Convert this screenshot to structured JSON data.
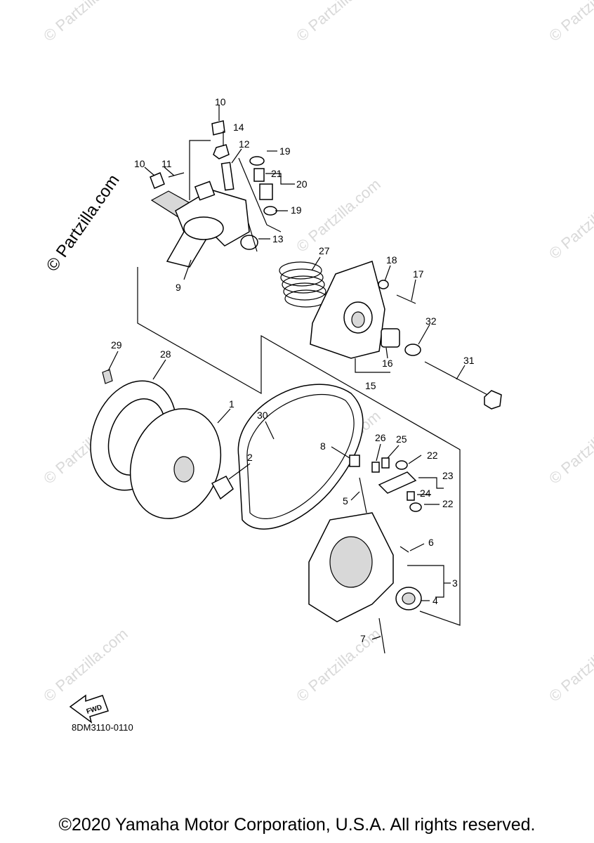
{
  "watermark": {
    "brand": "© Partzilla.com",
    "small": "© Partzilla.com"
  },
  "diagram": {
    "code": "8DM3110-0110",
    "fwd_label": "FWD",
    "callouts": {
      "c1": "1",
      "c2": "2",
      "c3": "3",
      "c4": "4",
      "c5": "5",
      "c6": "6",
      "c7": "7",
      "c8": "8",
      "c9": "9",
      "c10a": "10",
      "c10b": "10",
      "c11": "11",
      "c12": "12",
      "c13": "13",
      "c14": "14",
      "c15": "15",
      "c16": "16",
      "c17": "17",
      "c18": "18",
      "c19a": "19",
      "c19b": "19",
      "c20": "20",
      "c21": "21",
      "c22a": "22",
      "c22b": "22",
      "c23": "23",
      "c24": "24",
      "c25": "25",
      "c26": "26",
      "c27": "27",
      "c28": "28",
      "c29": "29",
      "c30": "30",
      "c31": "31",
      "c32": "32"
    }
  },
  "footer": {
    "copyright": "©2020 Yamaha Motor Corporation, U.S.A. All rights reserved."
  }
}
